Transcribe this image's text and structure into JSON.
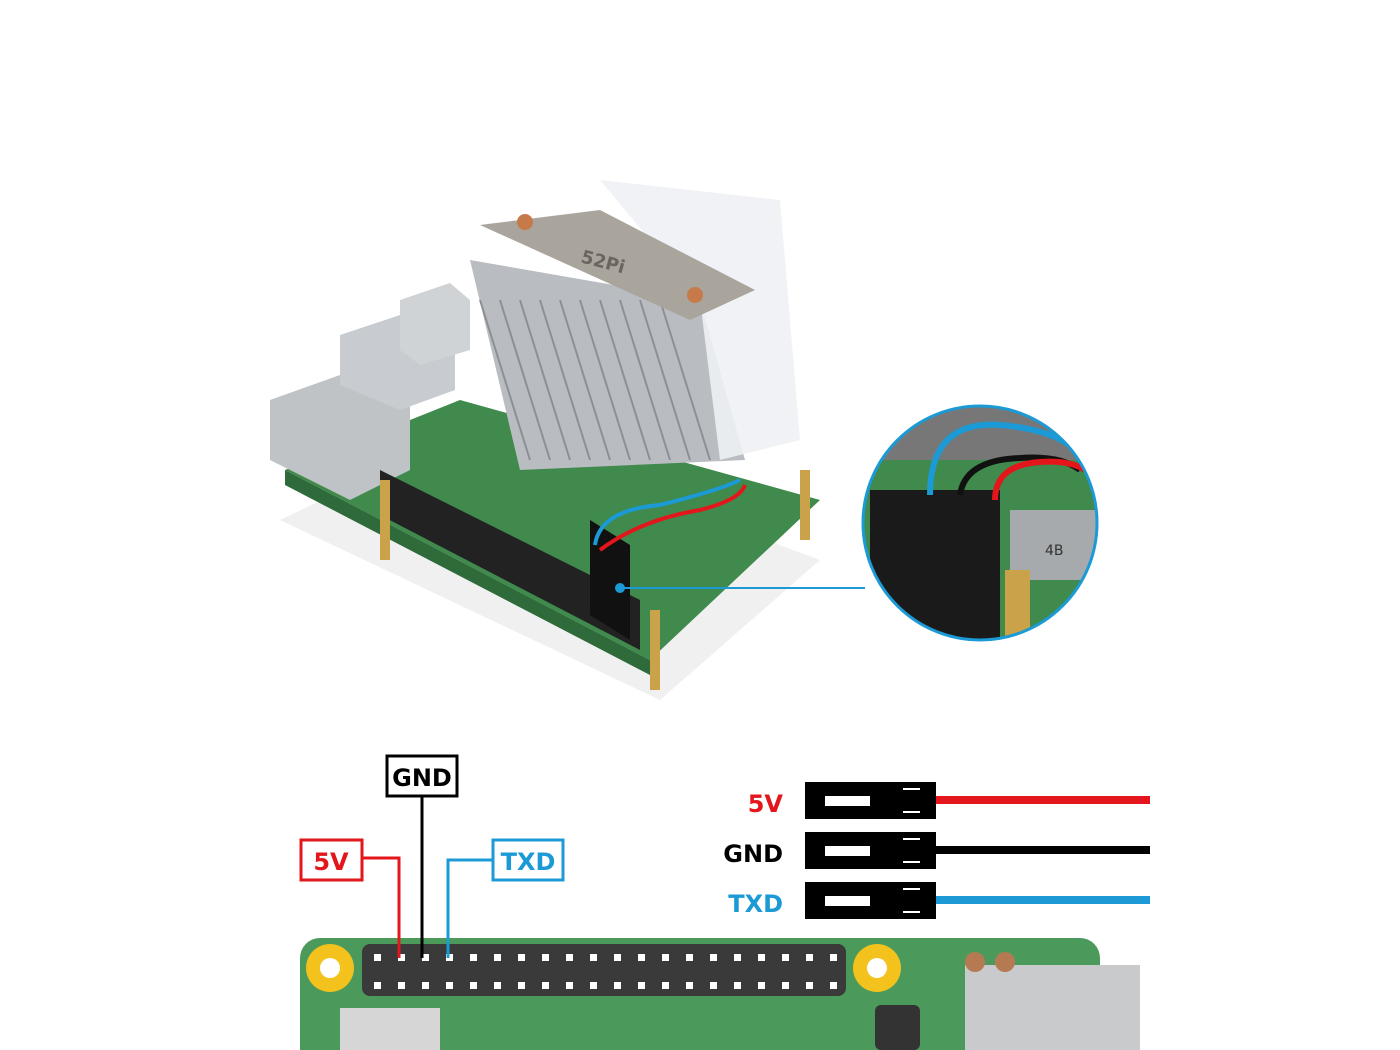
{
  "colors": {
    "red": "#e3161b",
    "black": "#000000",
    "blue": "#1b9ad6",
    "board": "#4b9a5c",
    "mount": "#f4c21c"
  },
  "photo": {
    "heatsink_logo": "52Pi",
    "zoom_badge": "4B"
  },
  "header_labels": {
    "v5": "5V",
    "gnd": "GND",
    "txd": "TXD"
  },
  "connector_legend": [
    {
      "label": "5V",
      "color": "#e3161b"
    },
    {
      "label": "GND",
      "color": "#000000"
    },
    {
      "label": "TXD",
      "color": "#1b9ad6"
    }
  ],
  "gpio_pins_per_row": 20
}
